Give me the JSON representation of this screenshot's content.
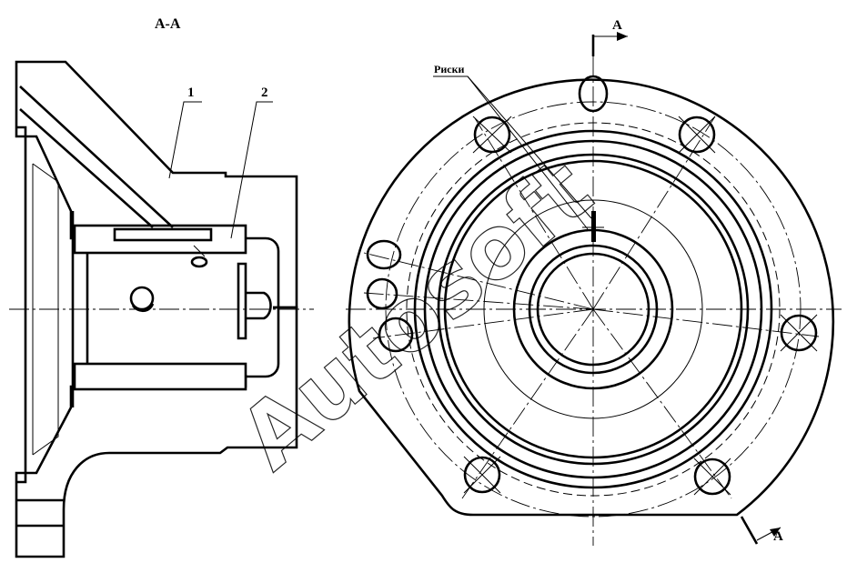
{
  "drawing": {
    "section_title": "А-А",
    "labels": {
      "part_1": "1",
      "part_2": "2",
      "marks": "Риски",
      "section_mark_top": "А",
      "section_mark_bottom": "А"
    },
    "watermark": "Autosoft"
  }
}
